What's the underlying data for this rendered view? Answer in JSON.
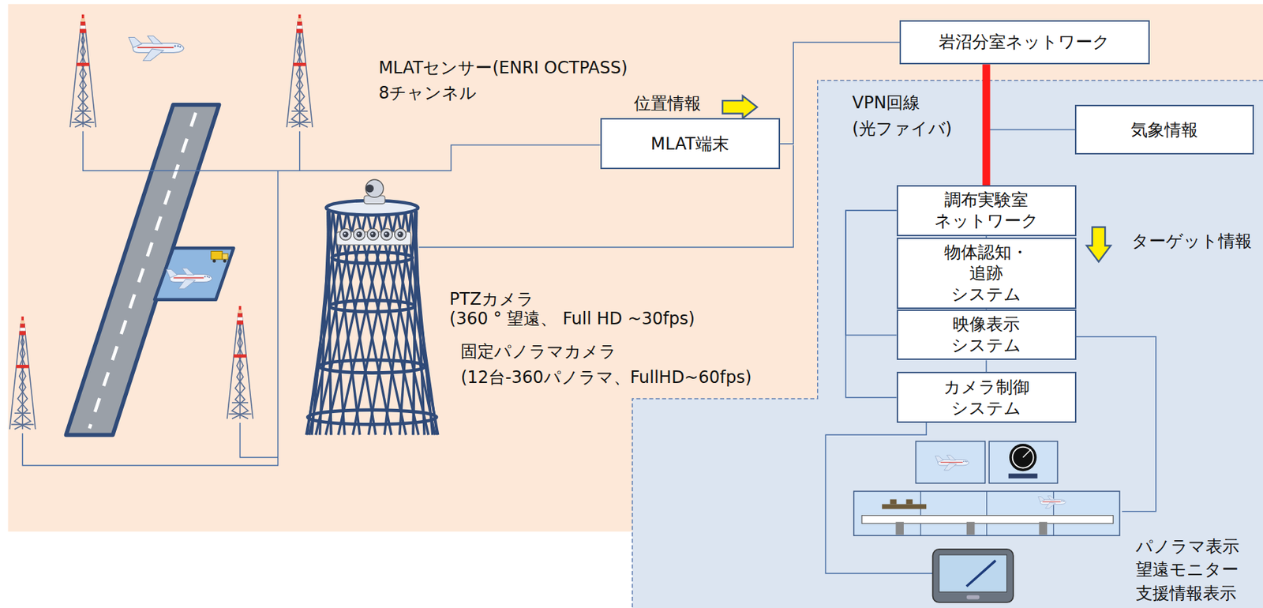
{
  "diagram": {
    "nodes": [
      {
        "text": [
          "岩沼分室ネットワーク"
        ]
      },
      {
        "text": [
          "MLAT端末"
        ]
      },
      {
        "text": [
          "気象情報"
        ]
      },
      {
        "text": [
          "調布実験室 ネットワーク"
        ]
      },
      {
        "text": [
          "物体認知・追跡 システム"
        ]
      },
      {
        "text": [
          "映像表示 システム"
        ]
      },
      {
        "text": [
          "カメラ制御 システム"
        ]
      }
    ],
    "edges": [
      {
        "from": 1,
        "to": 0,
        "arrow": "none"
      },
      {
        "from": 2,
        "to": 3,
        "arrow": "none"
      },
      {
        "from": 0,
        "to": 3,
        "arrow": "none"
      },
      {
        "from": 3,
        "to": 4,
        "arrow": "none"
      },
      {
        "from": 4,
        "to": 5,
        "arrow": "none"
      },
      {
        "from": 5,
        "to": 6,
        "arrow": "none"
      },
      {
        "from": 3,
        "to": 5,
        "arrow": "none"
      },
      {
        "from": 3,
        "to": 6,
        "arrow": "none"
      }
    ],
    "labels": [
      "MLATセンサー(ENRI OCTPASS)",
      "8チャンネル",
      "位置情報",
      "VPN回線",
      "(光ファイバ)",
      "ターゲット情報",
      "PTZカメラ",
      "(360 ° 望遠、 Full HD ~30fps)",
      "固定パノラマカメラ",
      "(12台-360パノラマ、FullHD~60fps)",
      "パノラマ表示",
      "望遠モニター",
      "支援情報表示"
    ]
  }
}
